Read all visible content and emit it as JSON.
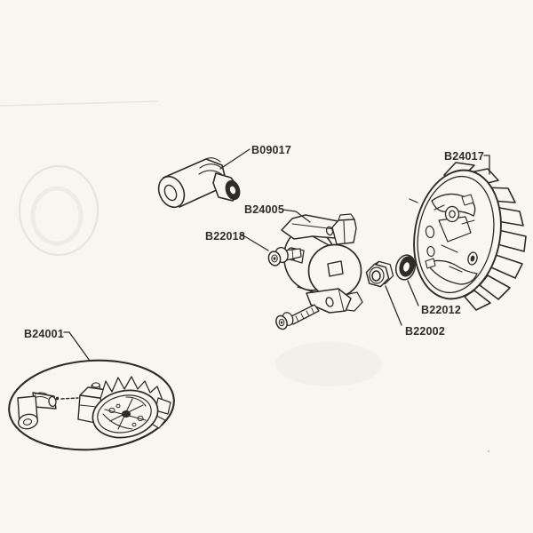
{
  "colors": {
    "paper": "#f8f6f1",
    "ink": "#2e2c29",
    "ghost": "#e9e5dd"
  },
  "diagram_type": "exploded-parts-diagram",
  "parts": [
    {
      "label": "B09017",
      "name": "spark-plug-cap"
    },
    {
      "label": "B24005",
      "name": "ignition-coil"
    },
    {
      "label": "B22018",
      "name": "socket-head-bolt"
    },
    {
      "label": "B24017",
      "name": "flywheel"
    },
    {
      "label": "B22012",
      "name": "washer"
    },
    {
      "label": "B22002",
      "name": "hex-nut"
    },
    {
      "label": "B24001",
      "name": "ignition-coil-assembly"
    }
  ]
}
